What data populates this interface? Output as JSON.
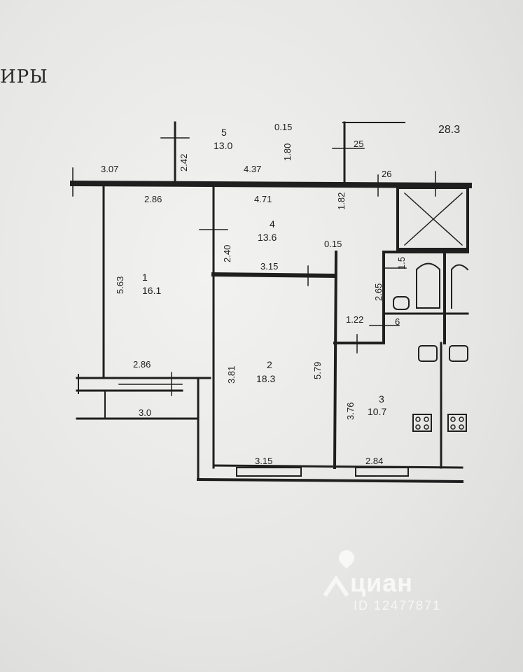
{
  "header": {
    "title": "ИРЫ"
  },
  "plan": {
    "rooms": [
      {
        "number": "5",
        "area": "13.0"
      },
      {
        "number": "1",
        "area": "16.1"
      },
      {
        "number": "4",
        "area": "13.6"
      },
      {
        "number": "2",
        "area": "18.3"
      },
      {
        "number": "3",
        "area": "10.7"
      }
    ],
    "dimensions": {
      "top_015": "0.15",
      "top_180": "1.80",
      "top_25": "25",
      "top_283": "28.3",
      "top_242": "2.42",
      "d_307": "3.07",
      "d_437": "4.37",
      "d_26": "26",
      "d_286_top": "2.86",
      "d_471": "4.71",
      "d_182": "1.82",
      "d_240": "2.40",
      "d_015_mid": "0.15",
      "d_563": "5.63",
      "d_315_mid": "3.15",
      "d_265": "2.65",
      "d_15": "1.5",
      "d_122": "1.22",
      "d_6": "6",
      "d_286_bot": "2.86",
      "d_381": "3.81",
      "d_579": "5.79",
      "d_30": "3.0",
      "d_376": "3.76",
      "d_315_bot": "3.15",
      "d_284": "2.84"
    }
  },
  "watermark": {
    "brand": "циан",
    "id": "ID 12477871"
  }
}
